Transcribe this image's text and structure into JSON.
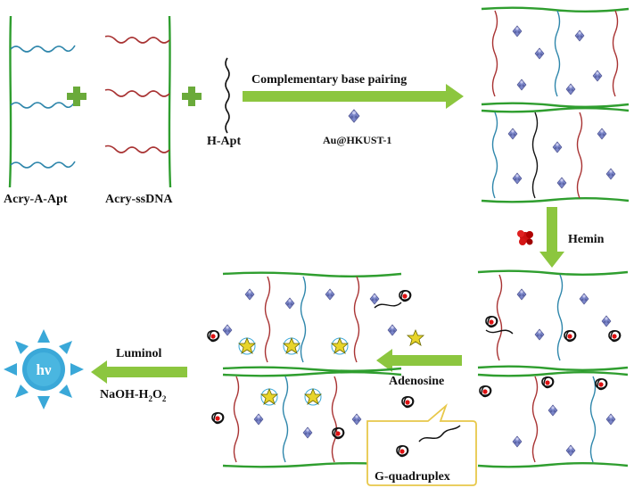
{
  "labels": {
    "acry_a_apt": "Acry-A-Apt",
    "acry_ssdna": "Acry-ssDNA",
    "h_apt": "H-Apt",
    "complementary": "Complementary base pairing",
    "au_hkust": "Au@HKUST-1",
    "hemin": "Hemin",
    "adenosine": "Adenosine",
    "luminol": "Luminol",
    "naoh_main": "NaOH-H",
    "naoh_sub": "2",
    "naoh_o": "O",
    "naoh_sub2": "2",
    "hv": "hν",
    "g_quadruplex": "G-quadruplex"
  },
  "colors": {
    "backbone": "#2f9e2f",
    "aptamer": "#2e86ab",
    "ssdna": "#a83232",
    "arrow": "#8cc63f",
    "plus": "#6aaa3a",
    "sun": "#3aa8d8",
    "callout_border": "#e8c84a"
  },
  "icons": [
    "plus-icon",
    "hemin-molecule-icon",
    "adenosine-star-icon",
    "au-hkust-crystal-icon",
    "sun-icon"
  ]
}
